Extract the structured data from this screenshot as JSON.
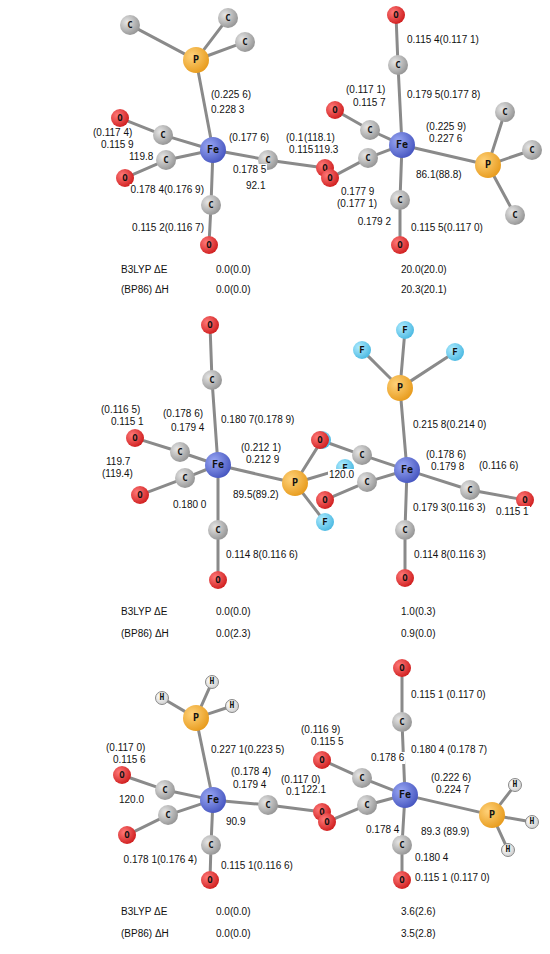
{
  "diagram": {
    "nodes": [
      {
        "text": [
          "Fe"
        ]
      },
      {
        "text": [
          "P"
        ]
      },
      {
        "text": [
          "C"
        ]
      },
      {
        "text": [
          "C"
        ]
      },
      {
        "text": [
          "C"
        ]
      },
      {
        "text": [
          "C"
        ]
      },
      {
        "text": [
          "C"
        ]
      },
      {
        "text": [
          "C"
        ]
      },
      {
        "text": [
          "C"
        ]
      },
      {
        "text": [
          "O"
        ]
      },
      {
        "text": [
          "O"
        ]
      },
      {
        "text": [
          "O"
        ]
      },
      {
        "text": [
          "O"
        ]
      },
      {
        "text": [
          "Fe"
        ]
      },
      {
        "text": [
          "P"
        ]
      },
      {
        "text": [
          "C"
        ]
      },
      {
        "text": [
          "C"
        ]
      },
      {
        "text": [
          "C"
        ]
      },
      {
        "text": [
          "C"
        ]
      },
      {
        "text": [
          "C"
        ]
      },
      {
        "text": [
          "C"
        ]
      },
      {
        "text": [
          "C"
        ]
      },
      {
        "text": [
          "O"
        ]
      },
      {
        "text": [
          "O"
        ]
      },
      {
        "text": [
          "O"
        ]
      },
      {
        "text": [
          "O"
        ]
      },
      {
        "text": [
          "Fe"
        ]
      },
      {
        "text": [
          "P"
        ]
      },
      {
        "text": [
          "F"
        ]
      },
      {
        "text": [
          "F"
        ]
      },
      {
        "text": [
          "F"
        ]
      },
      {
        "text": [
          "C"
        ]
      },
      {
        "text": [
          "C"
        ]
      },
      {
        "text": [
          "C"
        ]
      },
      {
        "text": [
          "C"
        ]
      },
      {
        "text": [
          "O"
        ]
      },
      {
        "text": [
          "O"
        ]
      },
      {
        "text": [
          "O"
        ]
      },
      {
        "text": [
          "O"
        ]
      },
      {
        "text": [
          "Fe"
        ]
      },
      {
        "text": [
          "P"
        ]
      },
      {
        "text": [
          "F"
        ]
      },
      {
        "text": [
          "F"
        ]
      },
      {
        "text": [
          "F"
        ]
      },
      {
        "text": [
          "C"
        ]
      },
      {
        "text": [
          "C"
        ]
      },
      {
        "text": [
          "C"
        ]
      },
      {
        "text": [
          "C"
        ]
      },
      {
        "text": [
          "O"
        ]
      },
      {
        "text": [
          "O"
        ]
      },
      {
        "text": [
          "O"
        ]
      },
      {
        "text": [
          "O"
        ]
      },
      {
        "text": [
          "Fe"
        ]
      },
      {
        "text": [
          "P"
        ]
      },
      {
        "text": [
          "H"
        ]
      },
      {
        "text": [
          "H"
        ]
      },
      {
        "text": [
          "H"
        ]
      },
      {
        "text": [
          "C"
        ]
      },
      {
        "text": [
          "C"
        ]
      },
      {
        "text": [
          "C"
        ]
      },
      {
        "text": [
          "C"
        ]
      },
      {
        "text": [
          "O"
        ]
      },
      {
        "text": [
          "O"
        ]
      },
      {
        "text": [
          "O"
        ]
      },
      {
        "text": [
          "O"
        ]
      },
      {
        "text": [
          "Fe"
        ]
      },
      {
        "text": [
          "P"
        ]
      },
      {
        "text": [
          "H"
        ]
      },
      {
        "text": [
          "H"
        ]
      },
      {
        "text": [
          "H"
        ]
      },
      {
        "text": [
          "C"
        ]
      },
      {
        "text": [
          "C"
        ]
      },
      {
        "text": [
          "C"
        ]
      },
      {
        "text": [
          "C"
        ]
      },
      {
        "text": [
          "O"
        ]
      },
      {
        "text": [
          "O"
        ]
      },
      {
        "text": [
          "O"
        ]
      },
      {
        "text": [
          "O"
        ]
      }
    ],
    "edges": [
      {
        "from": 0,
        "to": 1,
        "arrow": "none"
      },
      {
        "from": 1,
        "to": 2,
        "arrow": "none"
      },
      {
        "from": 1,
        "to": 3,
        "arrow": "none"
      },
      {
        "from": 1,
        "to": 4,
        "arrow": "none"
      },
      {
        "from": 0,
        "to": 5,
        "arrow": "none"
      },
      {
        "from": 0,
        "to": 6,
        "arrow": "none"
      },
      {
        "from": 0,
        "to": 7,
        "arrow": "none"
      },
      {
        "from": 0,
        "to": 8,
        "arrow": "none"
      },
      {
        "from": 5,
        "to": 9,
        "arrow": "none"
      },
      {
        "from": 6,
        "to": 10,
        "arrow": "none"
      },
      {
        "from": 7,
        "to": 11,
        "arrow": "none"
      },
      {
        "from": 8,
        "to": 12,
        "arrow": "none"
      },
      {
        "from": 13,
        "to": 14,
        "arrow": "none"
      },
      {
        "from": 14,
        "to": 15,
        "arrow": "none"
      },
      {
        "from": 14,
        "to": 16,
        "arrow": "none"
      },
      {
        "from": 14,
        "to": 17,
        "arrow": "none"
      },
      {
        "from": 13,
        "to": 18,
        "arrow": "none"
      },
      {
        "from": 13,
        "to": 19,
        "arrow": "none"
      },
      {
        "from": 13,
        "to": 20,
        "arrow": "none"
      },
      {
        "from": 13,
        "to": 21,
        "arrow": "none"
      },
      {
        "from": 18,
        "to": 22,
        "arrow": "none"
      },
      {
        "from": 19,
        "to": 23,
        "arrow": "none"
      },
      {
        "from": 20,
        "to": 24,
        "arrow": "none"
      },
      {
        "from": 21,
        "to": 25,
        "arrow": "none"
      },
      {
        "from": 26,
        "to": 27,
        "arrow": "none"
      },
      {
        "from": 27,
        "to": 28,
        "arrow": "none"
      },
      {
        "from": 27,
        "to": 29,
        "arrow": "none"
      },
      {
        "from": 27,
        "to": 30,
        "arrow": "none"
      },
      {
        "from": 26,
        "to": 31,
        "arrow": "none"
      },
      {
        "from": 26,
        "to": 32,
        "arrow": "none"
      },
      {
        "from": 26,
        "to": 33,
        "arrow": "none"
      },
      {
        "from": 26,
        "to": 34,
        "arrow": "none"
      },
      {
        "from": 31,
        "to": 35,
        "arrow": "none"
      },
      {
        "from": 32,
        "to": 36,
        "arrow": "none"
      },
      {
        "from": 33,
        "to": 37,
        "arrow": "none"
      },
      {
        "from": 34,
        "to": 38,
        "arrow": "none"
      },
      {
        "from": 39,
        "to": 40,
        "arrow": "none"
      },
      {
        "from": 40,
        "to": 41,
        "arrow": "none"
      },
      {
        "from": 40,
        "to": 42,
        "arrow": "none"
      },
      {
        "from": 40,
        "to": 43,
        "arrow": "none"
      },
      {
        "from": 39,
        "to": 44,
        "arrow": "none"
      },
      {
        "from": 39,
        "to": 45,
        "arrow": "none"
      },
      {
        "from": 39,
        "to": 46,
        "arrow": "none"
      },
      {
        "from": 39,
        "to": 47,
        "arrow": "none"
      },
      {
        "from": 44,
        "to": 48,
        "arrow": "none"
      },
      {
        "from": 45,
        "to": 49,
        "arrow": "none"
      },
      {
        "from": 46,
        "to": 50,
        "arrow": "none"
      },
      {
        "from": 47,
        "to": 51,
        "arrow": "none"
      },
      {
        "from": 52,
        "to": 53,
        "arrow": "none"
      },
      {
        "from": 53,
        "to": 54,
        "arrow": "none"
      },
      {
        "from": 53,
        "to": 55,
        "arrow": "none"
      },
      {
        "from": 53,
        "to": 56,
        "arrow": "none"
      },
      {
        "from": 52,
        "to": 57,
        "arrow": "none"
      },
      {
        "from": 52,
        "to": 58,
        "arrow": "none"
      },
      {
        "from": 52,
        "to": 59,
        "arrow": "none"
      },
      {
        "from": 52,
        "to": 60,
        "arrow": "none"
      },
      {
        "from": 57,
        "to": 61,
        "arrow": "none"
      },
      {
        "from": 58,
        "to": 62,
        "arrow": "none"
      },
      {
        "from": 59,
        "to": 63,
        "arrow": "none"
      },
      {
        "from": 60,
        "to": 64,
        "arrow": "none"
      },
      {
        "from": 65,
        "to": 66,
        "arrow": "none"
      },
      {
        "from": 66,
        "to": 67,
        "arrow": "none"
      },
      {
        "from": 66,
        "to": 68,
        "arrow": "none"
      },
      {
        "from": 66,
        "to": 69,
        "arrow": "none"
      },
      {
        "from": 65,
        "to": 70,
        "arrow": "none"
      },
      {
        "from": 65,
        "to": 71,
        "arrow": "none"
      },
      {
        "from": 65,
        "to": 72,
        "arrow": "none"
      },
      {
        "from": 65,
        "to": 73,
        "arrow": "none"
      },
      {
        "from": 70,
        "to": 74,
        "arrow": "none"
      },
      {
        "from": 71,
        "to": 75,
        "arrow": "none"
      },
      {
        "from": 72,
        "to": 76,
        "arrow": "none"
      },
      {
        "from": 73,
        "to": 77,
        "arrow": "none"
      }
    ],
    "labels": [
      "(0.225 6)",
      "0.228 3",
      "(0.117 4)",
      "0.115 9",
      "(0.117 4)",
      "0.115 9",
      "(0.177 6)",
      "0.178 5",
      "119.8",
      "92.1",
      "0.178 4(0.176 9)",
      "0.115 2(0.116 7)",
      "B3LYP ΔE",
      "0.0(0.0)",
      "(BP86) ΔH",
      "0.0(0.0)",
      "0.115 4(0.117 1)",
      "0.179 5(0.177 8)",
      "(0.117 1)",
      "0.115 7",
      "(118.1)",
      "119.3",
      "(0.225 9)",
      "0.227 6",
      "86.1(88.8)",
      "0.177 9",
      "(0.177 1)",
      "0.179 2",
      "0.115 5(0.117 0)",
      "20.0(20.0)",
      "20.3(20.1)",
      "0.180 7(0.178 9)",
      "(0.178 6)",
      "0.179 4",
      "(0.116 5)",
      "0.115 1",
      "(0.212 1)",
      "0.212 9",
      "119.7",
      "(119.4)",
      "89.5(89.2)",
      "0.180 0",
      "0.114 8(0.116 6)",
      "B3LYP ΔE",
      "0.0(0.0)",
      "(BP86) ΔH",
      "0.0(2.3)",
      "0.215 8(0.214 0)",
      "(0.178 6)",
      "0.179 8",
      "(0.116 6)",
      "0.115 1",
      "120.0",
      "0.179 3(0.116 3)",
      "0.114 8(0.116 3)",
      "1.0(0.3)",
      "0.9(0.0)",
      "(0.117 0)",
      "0.115 6",
      "0.227 1(0.223 5)",
      "(0.178 4)",
      "0.179 4",
      "(0.117 0)",
      "0.115 6",
      "120.0",
      "90.9",
      "0.178 1(0.176 4)",
      "0.115 1(0.116 6)",
      "B3LYP ΔE",
      "0.0(0.0)",
      "(BP86) ΔH",
      "0.0(0.0)",
      "0.115 1 (0.117 0)",
      "0.180 4 (0.178 7)",
      "(0.116 9)",
      "0.115 5",
      "0.178 6",
      "122.1",
      "0.178 4",
      "(0.222 6)",
      "0.224 7",
      "89.3 (89.9)",
      "0.180 4",
      "0.115 1 (0.117 0)",
      "3.6(2.6)",
      "3.5(2.8)"
    ]
  }
}
